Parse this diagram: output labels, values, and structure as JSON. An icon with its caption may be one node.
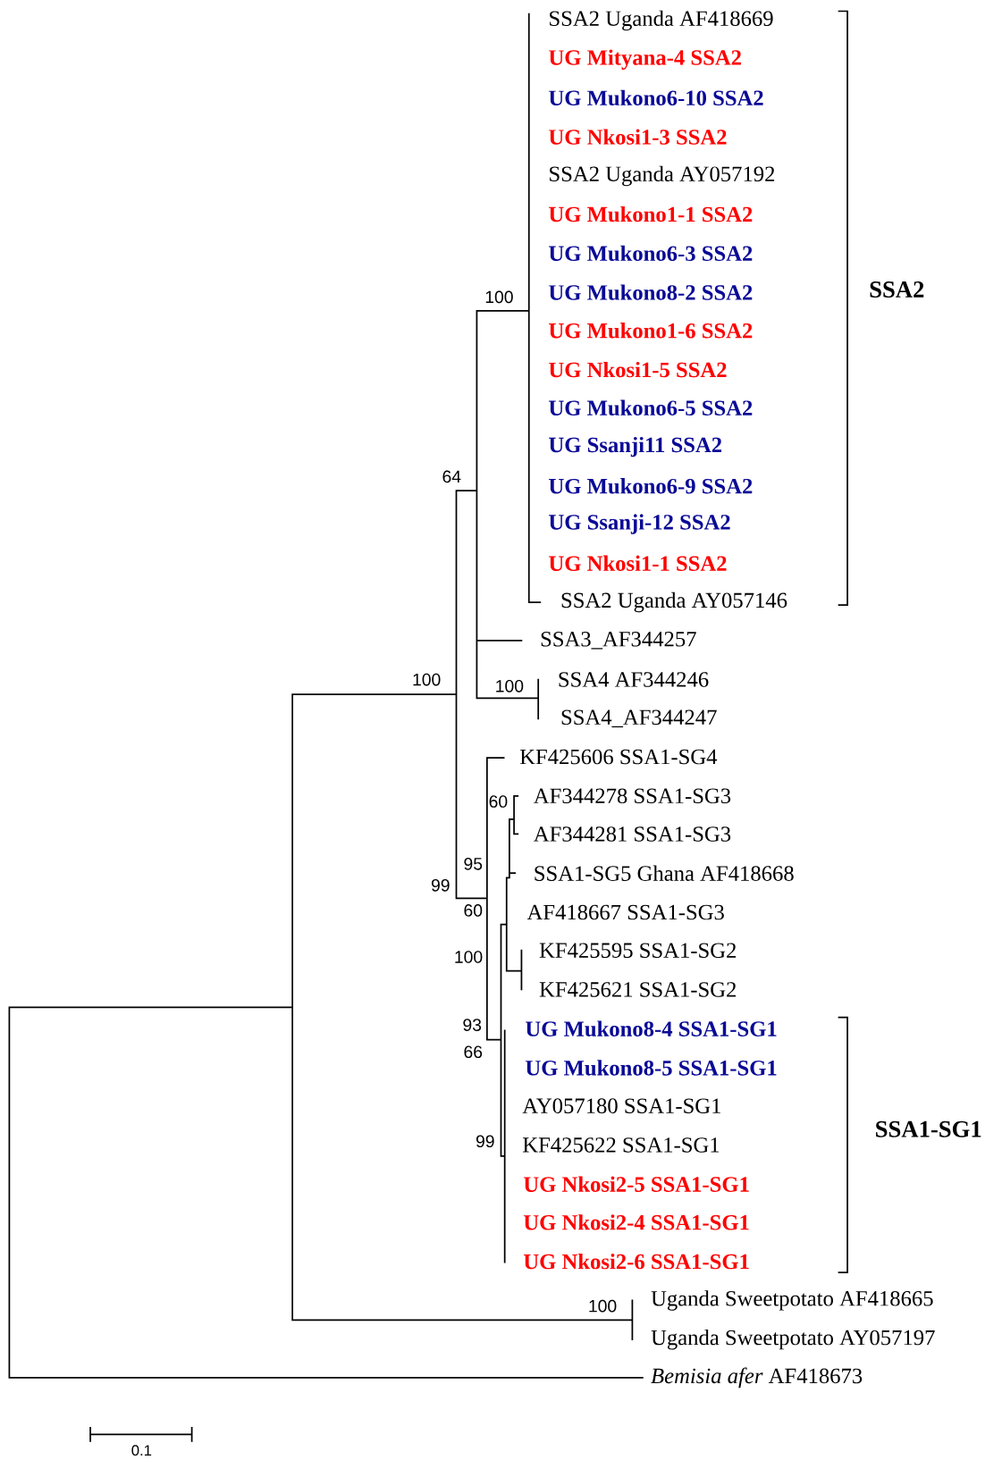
{
  "diagram": {
    "labels": [
      "SSA2 Uganda AF418669",
      "UG Mityana-4 SSA2",
      "UG Mukono6-10 SSA2",
      "UG Nkosi1-3 SSA2",
      "SSA2 Uganda AY057192",
      "UG Mukono1-1 SSA2",
      "UG Mukono6-3 SSA2",
      "UG Mukono8-2 SSA2",
      "UG Mukono1-6 SSA2",
      "UG Nkosi1-5 SSA2",
      "UG Mukono6-5 SSA2",
      "UG Ssanji11 SSA2",
      "UG Mukono6-9 SSA2",
      "UG Ssanji-12 SSA2",
      "UG Nkosi1-1 SSA2",
      "SSA2 Uganda AY057146",
      "SSA3_AF344257",
      "SSA4 AF344246",
      "SSA4_AF344247",
      "KF425606 SSA1-SG4",
      "AF344278 SSA1-SG3",
      "AF344281 SSA1-SG3",
      "SSA1-SG5 Ghana AF418668",
      "AF418667 SSA1-SG3",
      "KF425595 SSA1-SG2",
      "KF425621 SSA1-SG2",
      "UG Mukono8-4 SSA1-SG1",
      "UG Mukono8-5 SSA1-SG1",
      "AY057180 SSA1-SG1",
      "KF425622 SSA1-SG1",
      "UG Nkosi2-5 SSA1-SG1",
      "UG Nkosi2-4 SSA1-SG1",
      "UG Nkosi2-6 SSA1-SG1",
      "Uganda Sweetpotato AF418665",
      "Uganda Sweetpotato AY057197",
      "*Bemisia afer* AF418673",
      "100",
      "64",
      "100",
      "100",
      "60",
      "95",
      "99",
      "60",
      "100",
      "93",
      "66",
      "99",
      "100",
      "SSA2",
      "SSA1-SG1",
      "0.1"
    ]
  }
}
